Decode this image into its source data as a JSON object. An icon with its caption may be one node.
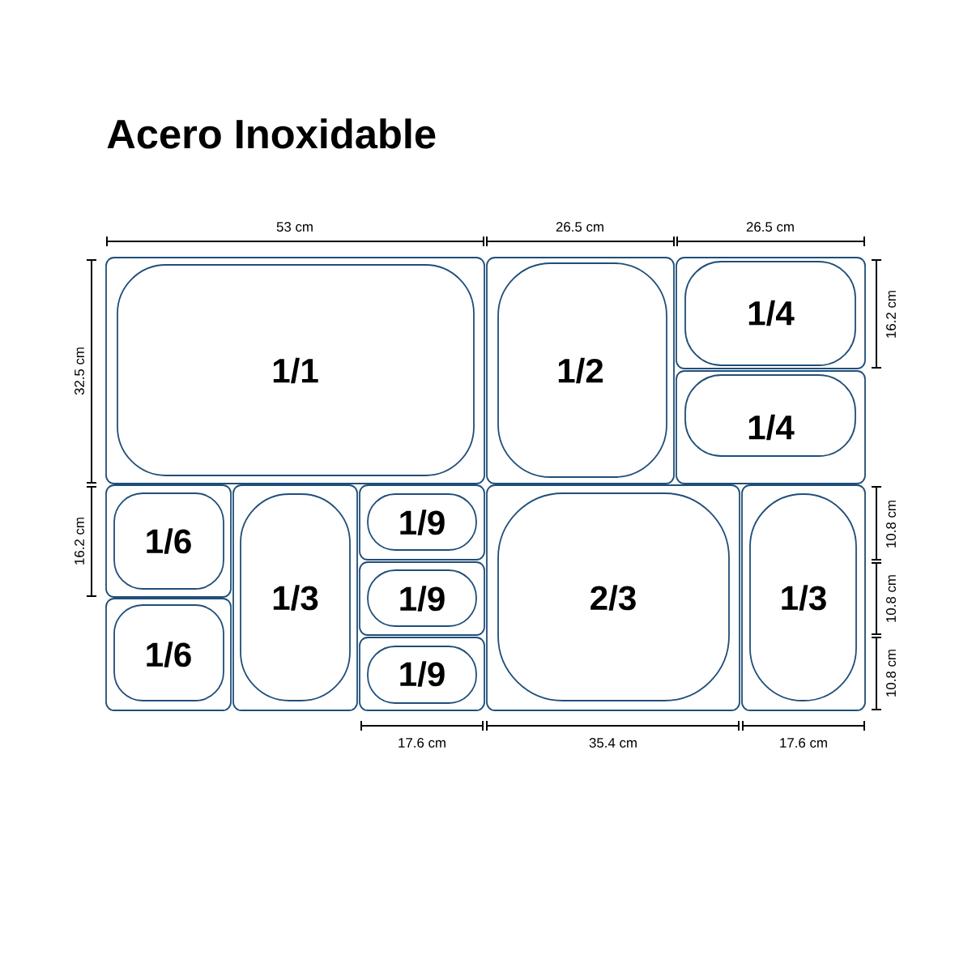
{
  "diagram": {
    "title": "Acero Inoxidable",
    "nodes": [
      {
        "text": [
          "1/1"
        ]
      },
      {
        "text": [
          "1/2"
        ]
      },
      {
        "text": [
          "1/4"
        ]
      },
      {
        "text": [
          "1/4"
        ]
      },
      {
        "text": [
          "1/6"
        ]
      },
      {
        "text": [
          "1/6"
        ]
      },
      {
        "text": [
          "1/3"
        ]
      },
      {
        "text": [
          "1/9"
        ]
      },
      {
        "text": [
          "1/9"
        ]
      },
      {
        "text": [
          "1/9"
        ]
      },
      {
        "text": [
          "2/3"
        ]
      },
      {
        "text": [
          "1/3"
        ]
      }
    ],
    "labels": [
      "53 cm",
      "26.5 cm",
      "26.5 cm",
      "32.5 cm",
      "16.2 cm",
      "16.2 cm",
      "10.8 cm",
      "10.8 cm",
      "10.8 cm",
      "17.6 cm",
      "35.4 cm",
      "17.6 cm"
    ]
  }
}
